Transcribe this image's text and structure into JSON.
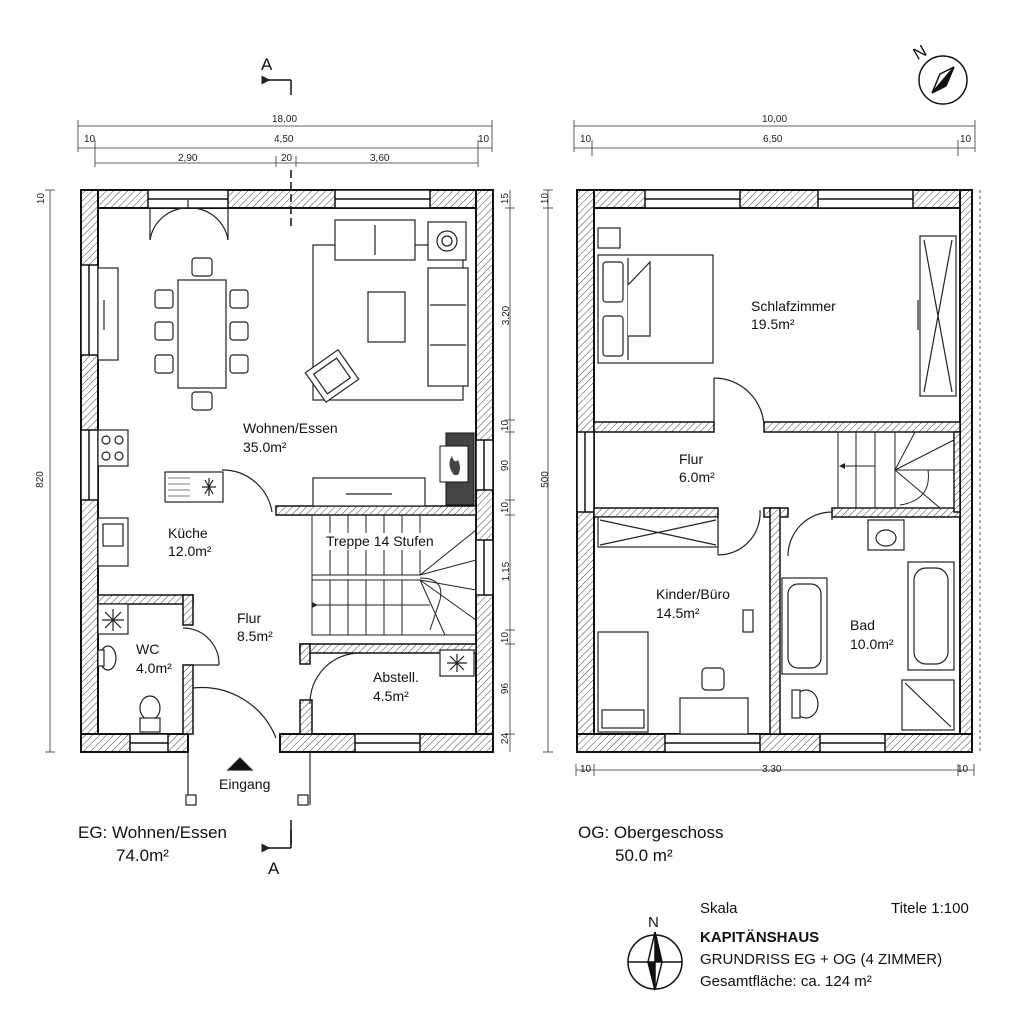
{
  "section_marker": {
    "label": "A"
  },
  "ground_floor": {
    "dims": {
      "total_width": "18,00",
      "inner_width": "4,50",
      "edge_left": "10",
      "edge_right": "10",
      "seg_left": "2,90",
      "seg_mid": "20",
      "seg_right": "3,60",
      "total_height": "820",
      "top_offset": "10",
      "right_dims": [
        "15",
        "3,20",
        "10",
        "90",
        "10",
        "1,15",
        "10",
        "96",
        "24"
      ]
    },
    "rooms": {
      "wohnen": {
        "name": "Wohnen/Essen",
        "area": "35.0m²"
      },
      "kueche": {
        "name": "Küche",
        "area": "12.0m²"
      },
      "treppe": {
        "name": "Treppe 14 Stufen"
      },
      "flur": {
        "name": "Flur",
        "area": "8.5m²"
      },
      "wc": {
        "name": "WC",
        "area": "4.0m²"
      },
      "abstell": {
        "name": "Abstell.",
        "area": "4.5m²"
      },
      "eingang": {
        "name": "Eingang"
      }
    },
    "caption": {
      "line1": "EG: Wohnen/Essen",
      "line2": "74.0m²"
    }
  },
  "upper_floor": {
    "dims": {
      "total_width": "10,00",
      "inner_width": "6,50",
      "edge_left": "10",
      "edge_right": "10",
      "total_height": "500",
      "top_offset": "10",
      "bottom_width": "3.30",
      "bottom_left": "10",
      "bottom_right": "10"
    },
    "rooms": {
      "schlaf": {
        "name": "Schlafzimmer",
        "area": "19.5m²"
      },
      "flur": {
        "name": "Flur",
        "area": "6.0m²"
      },
      "kinder": {
        "name": "Kinder/Büro",
        "area": "14.5m²"
      },
      "bad": {
        "name": "Bad",
        "area": "10.0m²"
      }
    },
    "caption": {
      "line1": "OG: Obergeschoss",
      "line2": "50.0 m²"
    }
  },
  "north_arrow": {
    "label": "N"
  },
  "title_block": {
    "scale_label": "Skala",
    "title_scale": "Titele 1:100",
    "project": "KAPITÄNSHAUS",
    "subtitle": "GRUNDRISS EG + OG (4 ZIMMER)",
    "total_area": "Gesamtfläche: ca. 124 m²"
  },
  "colors": {
    "line": "#1a1a1a",
    "hatch": "#555555",
    "fireplace": "#444444"
  }
}
